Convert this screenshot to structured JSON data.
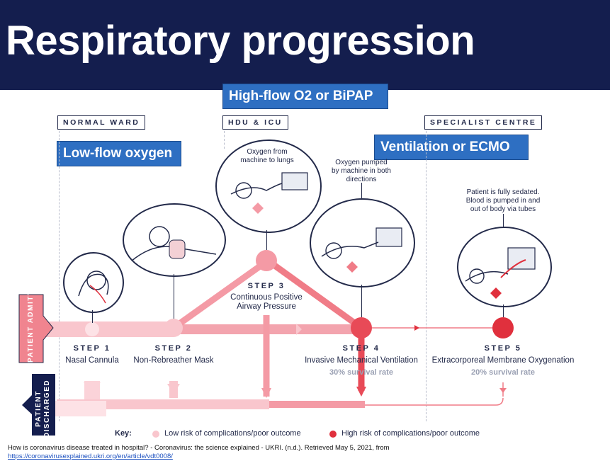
{
  "title": "Respiratory progression",
  "callouts": {
    "high_flow": "High-flow O2 or BiPAP",
    "low_flow": "Low-flow oxygen",
    "ventilation": "Ventilation or ECMO"
  },
  "sections": {
    "normal_ward": "NORMAL WARD",
    "hdu_icu": "HDU & ICU",
    "specialist": "SPECIALIST CENTRE"
  },
  "side_labels": {
    "admitted": "PATIENT ADMITTED",
    "discharged": "PATIENT DISCHARGED"
  },
  "steps": [
    {
      "step": "STEP 1",
      "name": "Nasal Cannula"
    },
    {
      "step": "STEP 2",
      "name": "Non-Rebreather Mask"
    },
    {
      "step": "STEP 3",
      "name_line1": "Continuous Positive",
      "name_line2": "Airway Pressure"
    },
    {
      "step": "STEP 4",
      "name": "Invasive Mechanical Ventilation",
      "survival": "30% survival rate"
    },
    {
      "step": "STEP 5",
      "name": "Extracorporeal Membrane Oxygenation",
      "survival": "20% survival rate"
    }
  ],
  "descriptions": {
    "step3": [
      "Oxygen from",
      "machine to lungs"
    ],
    "step4": [
      "Oxygen pumped",
      "by machine in both",
      "directions"
    ],
    "step5": [
      "Patient is fully sedated.",
      "Blood is pumped in and",
      "out of body via tubes"
    ]
  },
  "key": {
    "title": "Key:",
    "low": "Low risk of complications/poor outcome",
    "high": "High risk of complications/poor outcome"
  },
  "colors": {
    "header": "#141e4e",
    "callout": "#2e6fc2",
    "low_risk": "#f7b9c2",
    "mid_risk": "#f0848f",
    "high_risk": "#e0303d"
  },
  "citation": {
    "text": "How is coronavirus disease treated in hospital? - Coronavirus: the science explained - UKRI. (n.d.). Retrieved May 5, 2021, from",
    "link": "https://coronavirusexplained.ukri.org/en/article/vdt0008/"
  }
}
